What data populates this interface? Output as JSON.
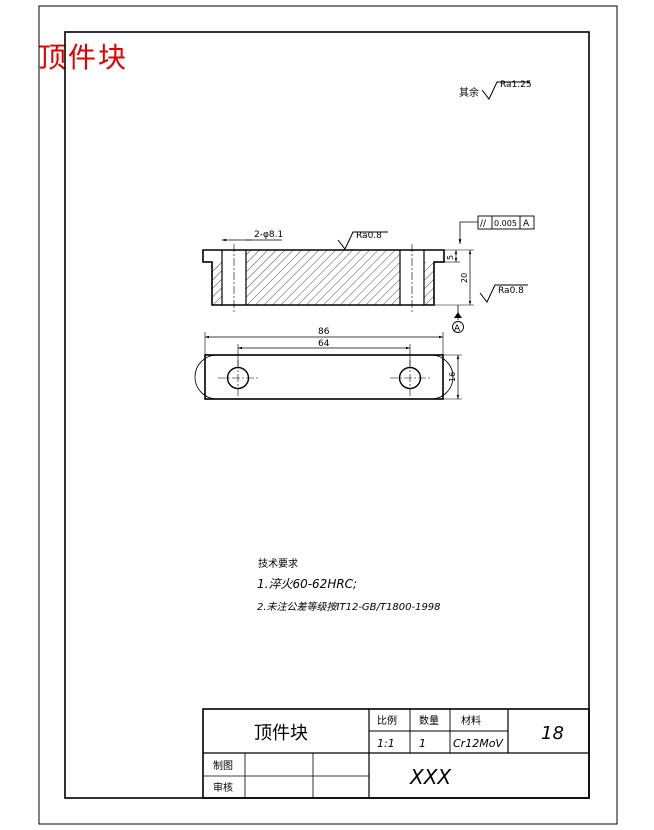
{
  "header": {
    "title": "顶件块"
  },
  "surface_notes": {
    "other": "其余",
    "other_roughness": "Ra1.25",
    "top_roughness": "Ra0.8",
    "right_roughness": "Ra0.8"
  },
  "dimensions": {
    "holes": "2-φ8.1",
    "height_5": "5",
    "height_20": "20",
    "length_86": "86",
    "length_64": "64",
    "width_16": "16"
  },
  "tolerance": {
    "symbol": "//",
    "value": "0.005",
    "datum": "A"
  },
  "datum_label": "A",
  "tech": {
    "title": "技术要求",
    "line1": "1.淬火60-62HRC;",
    "line2": "2.未注公差等级按IT12-GB/T1800-1998"
  },
  "title_block": {
    "part_name": "顶件块",
    "scale_label": "比例",
    "qty_label": "数量",
    "material_label": "材料",
    "scale": "1:1",
    "qty": "1",
    "material": "Cr12MoV",
    "number": "18",
    "drawn_label": "制图",
    "checked_label": "审核",
    "org": "XXX"
  }
}
